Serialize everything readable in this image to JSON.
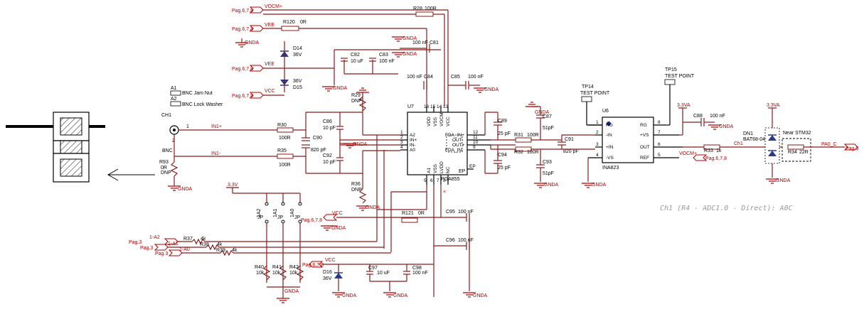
{
  "ports": {
    "vocm": "VOCM+",
    "pag678": "Pag.6,7,8",
    "pag3": "Pag.3",
    "vee": "VEE",
    "vcc": "VCC",
    "gnda": "GNDA",
    "v33": "3.3V",
    "v33a": "3.3VA",
    "sig_1a2": "1-A2",
    "sig_1a1": "1-A1",
    "sig_1a0": "1-A0",
    "pa0": "PA0_C"
  },
  "nets": {
    "in_plus": "IN1+",
    "in_minus": "IN1-",
    "ch1": "Ch1"
  },
  "mechanical": {
    "a1_ref": "A1",
    "a1_desc": "BNC Jam Nut",
    "a2_ref": "A2",
    "a2_desc": "BNC Lock Washer"
  },
  "connector": {
    "ref": "CH1",
    "name": "BNC",
    "pin1": "1",
    "pin2": "2"
  },
  "components": {
    "r28": {
      "ref": "R28",
      "val": "100R"
    },
    "r120": {
      "ref": "R120",
      "val": "0R"
    },
    "d14": {
      "ref": "D14",
      "val": "36V"
    },
    "d15": {
      "ref": "D15",
      "val": "36V"
    },
    "c82": {
      "ref": "C82",
      "val": "10 uF"
    },
    "c83": {
      "ref": "C83",
      "val": "100 nF"
    },
    "c81": {
      "ref": "C81",
      "val": "100 nF"
    },
    "c84": {
      "ref": "C84",
      "val": "100 nF"
    },
    "c85": {
      "ref": "C85",
      "val": "100 nF"
    },
    "r29": {
      "ref": "R29",
      "val": "DNP"
    },
    "r30": {
      "ref": "R30",
      "val": "100R"
    },
    "r35": {
      "ref": "R35",
      "val": "100R"
    },
    "c86": {
      "ref": "C86",
      "val": "10 pF"
    },
    "c90": {
      "ref": "C90",
      "val": "820 pF"
    },
    "c92": {
      "ref": "C92",
      "val": "10 pF"
    },
    "r36": {
      "ref": "R36",
      "val": "DNP"
    },
    "r93": {
      "ref": "R93",
      "val": "0R",
      "dnp": "DNP"
    },
    "c89": {
      "ref": "C89",
      "val": "25 pF"
    },
    "c94": {
      "ref": "C94",
      "val": "25 pF"
    },
    "r31": {
      "ref": "R31",
      "val": "100R"
    },
    "r32": {
      "ref": "R32",
      "val": "100R"
    },
    "c87": {
      "ref": "C87",
      "val": "51pF"
    },
    "c91": {
      "ref": "C91",
      "val": "820 pF"
    },
    "c93": {
      "ref": "C93",
      "val": "51pF"
    },
    "tp14": {
      "ref": "TP14",
      "val": "TEST POINT"
    },
    "tp15": {
      "ref": "TP15",
      "val": "TEST POINT"
    },
    "c88": {
      "ref": "C88",
      "val": "100 nF"
    },
    "r33": {
      "ref": "R33",
      "val": "1k"
    },
    "dn1": {
      "ref": "DN1",
      "val": "BAT68-04"
    },
    "r34": {
      "ref": "R34",
      "val": "22R"
    },
    "near": "Near STM32",
    "jp_2": {
      "ref": "1A2",
      "val": "JP"
    },
    "jp_1": {
      "ref": "1A1",
      "val": "JP"
    },
    "jp_0": {
      "ref": "1A0",
      "val": "JP"
    },
    "r37": {
      "ref": "R37",
      "val": "4k"
    },
    "r38": {
      "ref": "R38",
      "val": "4k"
    },
    "r39": {
      "ref": "R39",
      "val": "4k"
    },
    "r40": {
      "ref": "R40",
      "val": "10k"
    },
    "r41": {
      "ref": "R41",
      "val": "10k"
    },
    "r42": {
      "ref": "R42",
      "val": "10k"
    },
    "r121": {
      "ref": "R121",
      "val": "0R"
    },
    "c95": {
      "ref": "C95",
      "val": "100 nF"
    },
    "c96": {
      "ref": "C96",
      "val": "100 nF"
    },
    "d16": {
      "ref": "D16",
      "val": "36V"
    },
    "c97": {
      "ref": "C97",
      "val": "10 uF"
    },
    "c98": {
      "ref": "C98",
      "val": "100 nF"
    }
  },
  "u7": {
    "ref": "U7",
    "part": "PGA855",
    "ep_label": "EP",
    "pins_left": [
      {
        "num": "1",
        "name": "A2"
      },
      {
        "num": "2",
        "name": "IN+"
      },
      {
        "num": "3",
        "name": "IN-"
      },
      {
        "num": "4",
        "name": "A0"
      }
    ],
    "pins_right": [
      {
        "num": "12",
        "name": "FDA_IN+"
      },
      {
        "num": "11",
        "name": "OUT-"
      },
      {
        "num": "10",
        "name": "OUT+"
      },
      {
        "num": "9",
        "name": "FDA_IN-"
      }
    ],
    "pins_top": [
      {
        "num": "16",
        "name": "VDD"
      },
      {
        "num": "15",
        "name": "VSS"
      },
      {
        "num": "14",
        "name": "VOCM"
      },
      {
        "num": "13",
        "name": "VCC"
      }
    ],
    "pins_bottom": [
      {
        "num": "5",
        "name": "A1"
      },
      {
        "num": "6",
        "name": "VSS"
      },
      {
        "num": "7",
        "name": "LVDD"
      },
      {
        "num": "8",
        "name": "NC"
      }
    ],
    "ep_pin": "EP"
  },
  "u6": {
    "ref": "U6",
    "part": "INA823",
    "pins_left": [
      {
        "num": "1",
        "name": "RG"
      },
      {
        "num": "2",
        "name": "-IN"
      },
      {
        "num": "3",
        "name": "+IN"
      },
      {
        "num": "4",
        "name": "-VS"
      }
    ],
    "pins_right": [
      {
        "num": "8",
        "name": "RG"
      },
      {
        "num": "7",
        "name": "+VS"
      },
      {
        "num": "6",
        "name": "OUT"
      },
      {
        "num": "5",
        "name": "REF"
      }
    ]
  },
  "annotation": "Ch1 (R4 - ADC1.0 - Direct): A0C"
}
